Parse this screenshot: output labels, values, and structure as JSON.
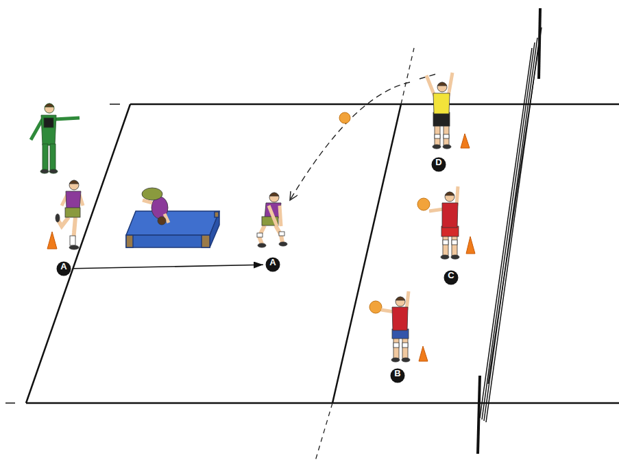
{
  "diagram": {
    "nodes": [
      {
        "text": [
          "A"
        ]
      },
      {
        "text": [
          "A"
        ]
      },
      {
        "text": [
          "D"
        ]
      },
      {
        "text": [
          "C"
        ]
      },
      {
        "text": [
          "B"
        ]
      }
    ],
    "edges": [
      {
        "from": 0,
        "to": 1,
        "arrow": "to"
      }
    ]
  }
}
